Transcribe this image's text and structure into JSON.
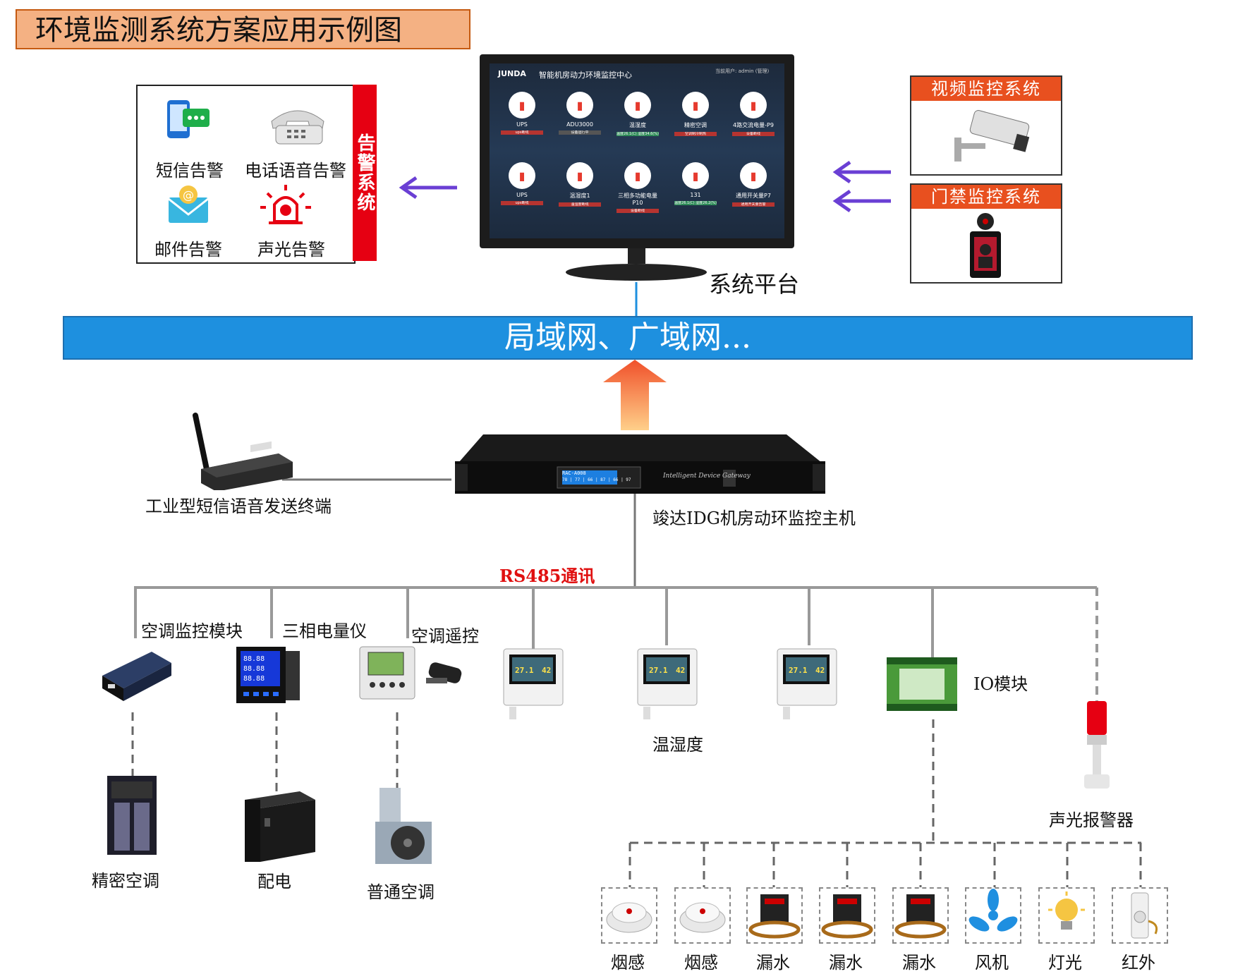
{
  "title": "环境监测系统方案应用示例图",
  "alarm_system": {
    "side_label": "告警系统",
    "items": [
      {
        "label": "短信告警",
        "icon": "sms-phone-icon"
      },
      {
        "label": "电话语音告警",
        "icon": "telephone-icon"
      },
      {
        "label": "邮件告警",
        "icon": "email-icon"
      },
      {
        "label": "声光告警",
        "icon": "alarm-light-icon"
      }
    ]
  },
  "platform": {
    "label": "系统平台",
    "screen": {
      "brand": "JUNDA",
      "title": "智能机房动力环境监控中心",
      "user": "当前用户: admin (管理)",
      "tiles_row1": [
        {
          "name": "UPS",
          "status": "ups断线"
        },
        {
          "name": "ADU3000",
          "status": "设备运行中"
        },
        {
          "name": "温湿度",
          "status": "温度26.1(C) 湿度34.6(%)"
        },
        {
          "name": "精密空调",
          "status": "空调制冷制热"
        },
        {
          "name": "4路交流电量-P9",
          "status": "设备断线"
        }
      ],
      "tiles_row2": [
        {
          "name": "UPS",
          "status": "ups断线"
        },
        {
          "name": "温湿度1",
          "status": "温湿度断线"
        },
        {
          "name": "三相多功能电量P10",
          "status": "设备断线"
        },
        {
          "name": "131",
          "status": "温度26.1(C) 湿度26.2(%)"
        },
        {
          "name": "通用开关量P7",
          "status": "通用开关量告警"
        }
      ]
    }
  },
  "video_system": {
    "label": "视频监控系统"
  },
  "access_system": {
    "label": "门禁监控系统"
  },
  "network": {
    "label": "局域网、广域网..."
  },
  "sms_terminal": {
    "label": "工业型短信语音发送终端"
  },
  "host": {
    "label": "竣达IDG机房动环监控主机",
    "lcd_top": "RAC-A008",
    "lcd_bottom": "78 | 77 | 66 | 87 | 66 | 97",
    "brand_text": "Intelligent Device Gateway"
  },
  "bus": {
    "label": "RS485通讯"
  },
  "modules": [
    {
      "label": "空调监控模块"
    },
    {
      "label": "三相电量仪"
    },
    {
      "label": "空调遥控"
    },
    {
      "label": "IO模块"
    },
    {
      "label": "温湿度"
    },
    {
      "label": "声光报警器"
    }
  ],
  "th_display": {
    "temp": "27.1",
    "hum": "42"
  },
  "equipment": [
    {
      "label": "精密空调"
    },
    {
      "label": "配电"
    },
    {
      "label": "普通空调"
    }
  ],
  "io_sensors": [
    {
      "label": "烟感"
    },
    {
      "label": "烟感"
    },
    {
      "label": "漏水"
    },
    {
      "label": "漏水"
    },
    {
      "label": "漏水"
    },
    {
      "label": "风机"
    },
    {
      "label": "灯光"
    },
    {
      "label": "红外"
    }
  ],
  "colors": {
    "network_blue": "#1e90df",
    "alarm_red": "#e60012",
    "panel_header": "#e8501f",
    "title_bg": "#f4b183",
    "arrow_purple": "#6a3fd4",
    "bus_label": "#e01010"
  }
}
